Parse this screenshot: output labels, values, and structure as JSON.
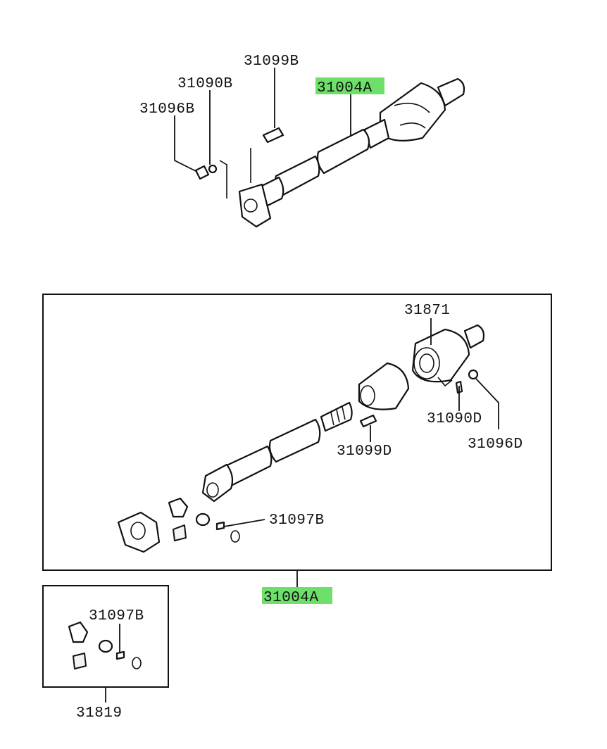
{
  "labels": {
    "top_bolt": "31099B",
    "top_washer": "31090B",
    "top_nut": "31096B",
    "top_shaft": "31004A",
    "spider_bearing": "31871",
    "mid_washer": "31090D",
    "mid_nut": "31096D",
    "mid_bolt": "31099D",
    "snap_ring": "31097B",
    "assembly": "31004A",
    "kit_snap_ring": "31097B",
    "kit": "31819"
  },
  "colors": {
    "highlight": "#6ee06a",
    "line": "#111111"
  }
}
